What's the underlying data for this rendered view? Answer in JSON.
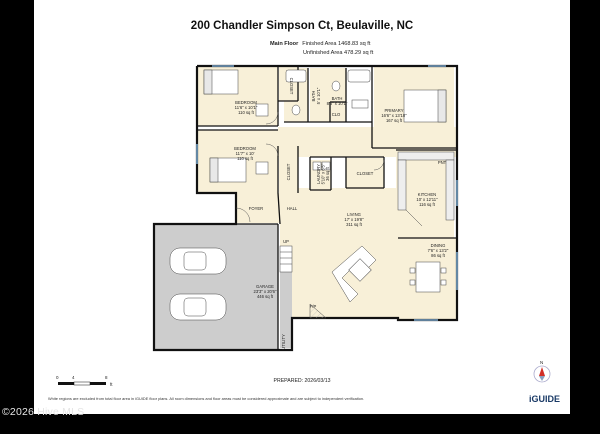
{
  "title": "200 Chandler Simpson Ct, Beulaville, NC",
  "floor": {
    "name": "Main Floor",
    "finished": "Finished Area 1468.83 sq ft",
    "unfinished": "Unfinished Area 478.29 sq ft"
  },
  "rooms": {
    "bedroom1": [
      "BEDROOM",
      "11'6\" x 10'1\"",
      "110 sq ft"
    ],
    "bedroom2": [
      "BEDROOM",
      "11'7\" x 10'",
      "110 sq ft"
    ],
    "bath1": [
      "BATH",
      "5' x 10'1\""
    ],
    "bath2": [
      "BATH",
      "8'3\" x 10'1\""
    ],
    "clo": "CLO",
    "closet_a": "CLOSET",
    "closet_b": "CLOSET",
    "closet_c": "CLOSET",
    "primary": [
      "PRIMARY",
      "16'6\" x 13'10\"",
      "167 sq ft"
    ],
    "laundry": [
      "LAUNDRY",
      "5'10\" x 6'5\"",
      "36 sq ft"
    ],
    "pnt": "PNT",
    "kitchen": [
      "KITCHEN",
      "10' x 12'11\"",
      "116 sq ft"
    ],
    "foyer": "FOYER",
    "hall": "HALL",
    "living": [
      "LIVING",
      "17' x 19'8\"",
      "311 sq ft"
    ],
    "dining": [
      "DINING",
      "7'6\" x 13'2\"",
      "86 sq ft"
    ],
    "up": "UP",
    "garage": [
      "GARAGE",
      "23'3\" x 20'6\"",
      "446 sq ft"
    ],
    "fp": "F/P",
    "utility": "UTILITY"
  },
  "scale": {
    "labels": [
      "0",
      "4",
      "8"
    ],
    "unit": "ft"
  },
  "compass": "N",
  "prepared": "PREPARED: 2026/03/13",
  "disclaimer": "White regions are excluded from total floor area in iGUIDE floor plans. All room dimensions and floor areas must be considered approximate and are subject to independent verification.",
  "brand": "iGUIDE",
  "watermark": "©2026 Hive MLS",
  "colors": {
    "cream": "#f8f0d8",
    "gray": "#cdcdcd",
    "wall": "#111111",
    "compass": "#d22f27"
  }
}
